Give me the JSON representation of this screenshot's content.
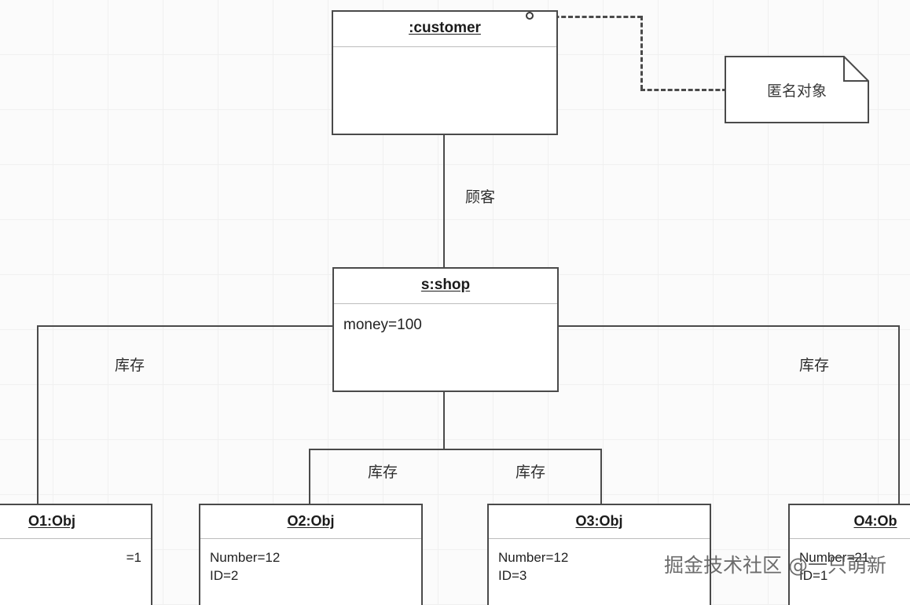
{
  "diagram": {
    "type": "uml-object-diagram",
    "background_color": "#fbfbfb",
    "grid_color": "#f0f0f0",
    "line_color": "#4a4a4a"
  },
  "objects": {
    "customer": {
      "title": ":customer",
      "attributes": []
    },
    "shop": {
      "title": "s:shop",
      "attributes": [
        "money=100"
      ]
    },
    "o1": {
      "title": "O1:Obj",
      "attributes": [
        "=1"
      ]
    },
    "o2": {
      "title": "O2:Obj",
      "attributes": [
        "Number=12",
        "ID=2"
      ]
    },
    "o3": {
      "title": "O3:Obj",
      "attributes": [
        "Number=12",
        "ID=3"
      ]
    },
    "o4": {
      "title": "O4:Ob",
      "attributes": [
        "Number=21",
        "ID=1"
      ]
    }
  },
  "note": {
    "text": "匿名对象"
  },
  "edge_labels": {
    "customer_shop": "顾客",
    "shop_o1": "库存",
    "shop_o2": "库存",
    "shop_o3": "库存",
    "shop_o4": "库存"
  },
  "watermark": {
    "text": "掘金技术社区 @一只萌新"
  }
}
